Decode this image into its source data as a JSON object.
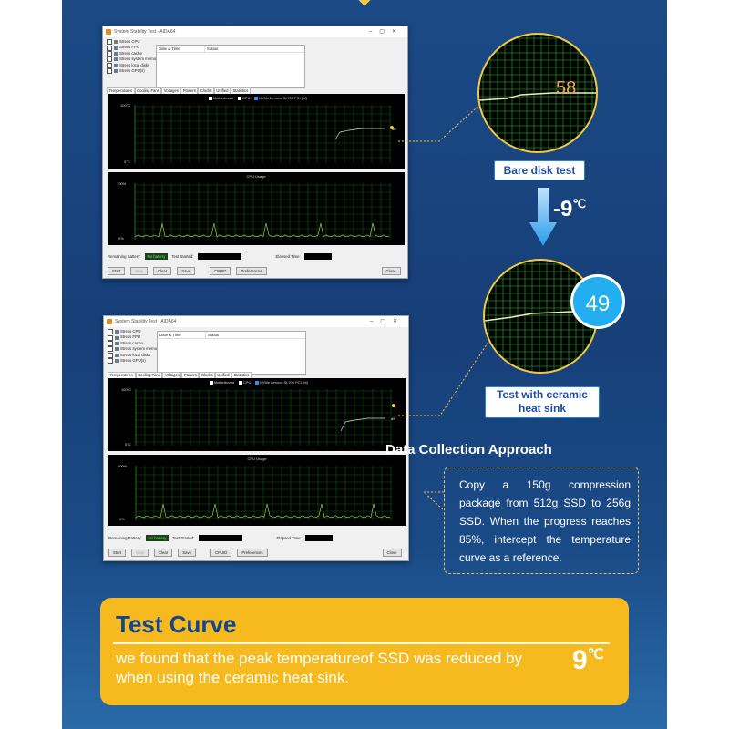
{
  "colors": {
    "background": "#1b4a86",
    "accent_yellow": "#f5c842",
    "label_blue": "#1d4fa8",
    "bubble_blue": "#22aef0",
    "graph_green": "#1f8a1f"
  },
  "app": {
    "window_title": "System Stability Test - AIDA64",
    "stress_items": [
      "Stress CPU",
      "Stress FPU",
      "Stress cache",
      "Stress system memory",
      "Stress local disks",
      "Stress GPU(s)"
    ],
    "log_columns": [
      "Date & Time",
      "Status"
    ],
    "tabs": [
      "Temperatures",
      "Cooling Fans",
      "Voltages",
      "Powers",
      "Clocks",
      "Unified",
      "Statistics"
    ],
    "legend": [
      "Motherboard",
      "CPU",
      "NVMe Lenovo SL700 PCI (M)"
    ],
    "temp_ymax": "100°C",
    "temp_ymin": "0°C",
    "cpu_title": "CPU Usage",
    "cpu_ymax": "100%",
    "cpu_ymin": "0%",
    "battery_label": "Remaining Battery:",
    "battery_value": "No battery",
    "test_started_label": "Test Started:",
    "elapsed_label": "Elapsed Time:",
    "buttons": [
      "Start",
      "Stop",
      "Clear",
      "Save",
      "CPUID",
      "Preferences",
      "Close"
    ]
  },
  "screens": [
    {
      "temp_end": "58"
    },
    {
      "temp_end": "49"
    }
  ],
  "zoom": {
    "bare_value": "58",
    "ceramic_value": "49"
  },
  "labels": {
    "bare": "Bare disk test",
    "ceramic": "Test with ceramic heat sink"
  },
  "delta": {
    "value": "-9",
    "unit": "℃"
  },
  "data_collection": {
    "title": "Data Collection Approach",
    "text": "Copy a 150g compression package from 512g SSD to 256g SSD. When the progress reaches 85%, intercept the temperature curve as a reference."
  },
  "test_curve": {
    "title": "Test Curve",
    "line1": "we found that the peak temperatureof SSD was reduced by",
    "line2": "when using the ceramic heat sink.",
    "value": "9",
    "unit": "℃"
  }
}
